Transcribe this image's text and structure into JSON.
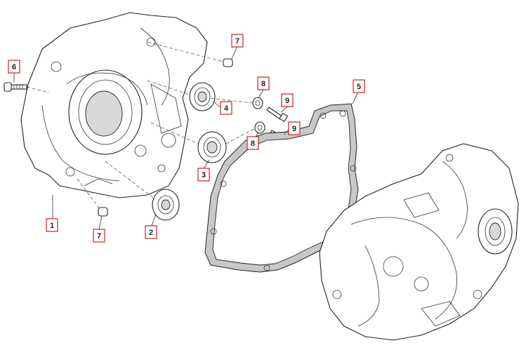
{
  "callouts": {
    "c1": "1",
    "c2": "2",
    "c3": "3",
    "c4": "4",
    "c5": "5",
    "c6": "6",
    "c7a": "7",
    "c7b": "7",
    "c8a": "8",
    "c8b": "8",
    "c9a": "9",
    "c9b": "9"
  },
  "colors": {
    "callout_border": "#d11f1f",
    "gasket_fill": "#c8c8c8"
  }
}
